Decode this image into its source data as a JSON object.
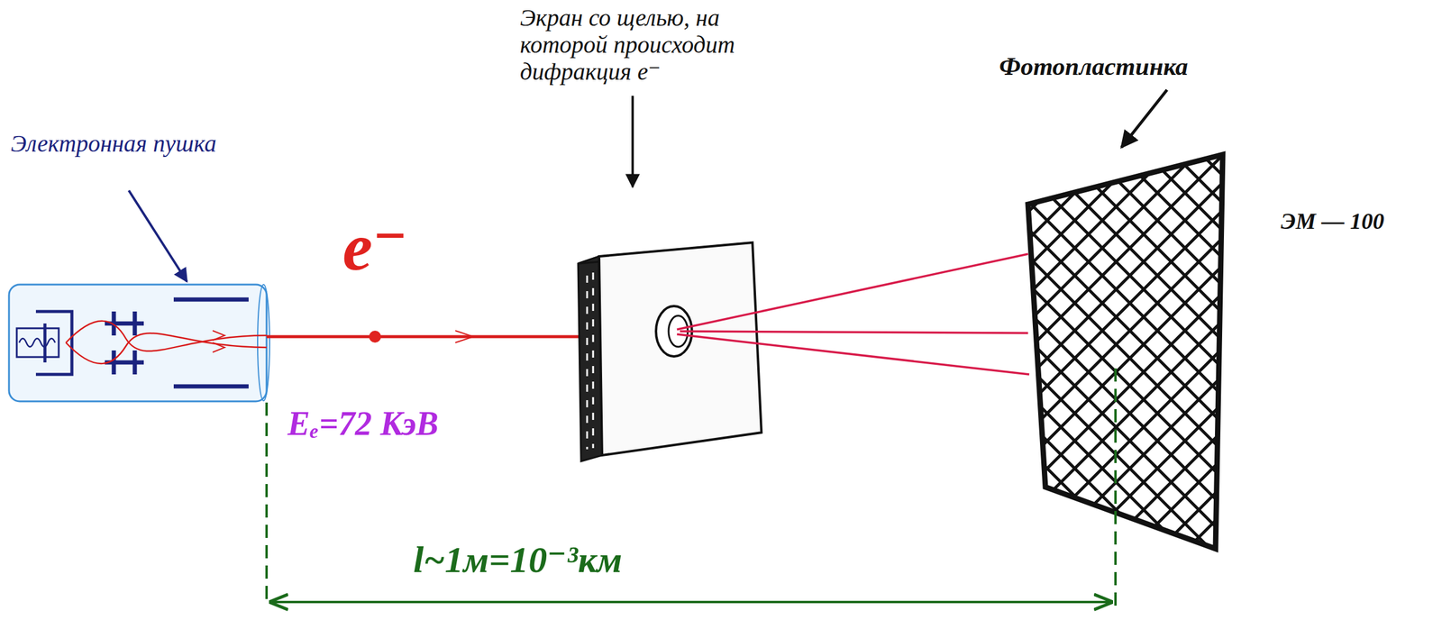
{
  "diagram": {
    "labels": [
      "Электронная пушка",
      "e⁻",
      "Eₑ=72 КэВ",
      "Экран со щелью, на которой происходит дифракция e⁻",
      "Фотопластинка",
      "ЭМ — 100",
      "l~1м=10⁻³км"
    ]
  }
}
